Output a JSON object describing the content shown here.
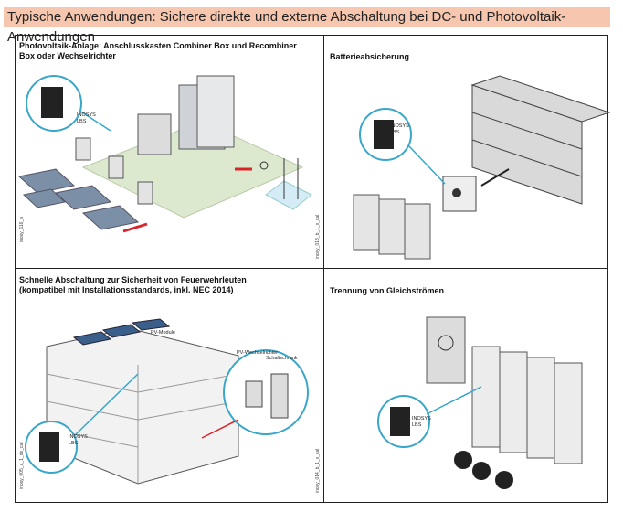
{
  "banner": {
    "title": "Typische Anwendungen: Sichere direkte und externe Abschaltung bei DC- und Photovoltaik-Anwendungen"
  },
  "panels": [
    {
      "title_line1": "Photovoltaik-Anlage: Anschlusskasten Combiner Box und Recombiner",
      "title_line2": "Box oder Wechselrichter",
      "code": "inosy_116_a",
      "labels": [
        "INOSYS",
        "LBS"
      ]
    },
    {
      "title_line1": "Batterieabsicherung",
      "code": "inosy_013_b_1_x_cal",
      "labels": [
        "INOSYS",
        "LBS"
      ]
    },
    {
      "title_line1": "Schnelle Abschaltung zur Sicherheit von Feuerwehrleuten",
      "title_line2": "(kompatibel mit Installationsstandards, inkl. NEC 2014)",
      "code": "inosy_005_a_1_de_cal",
      "labels": [
        "INOSYS",
        "LBS",
        "PV-Module",
        "PV-Wechselrichter",
        "Schaltschrank"
      ]
    },
    {
      "title_line1": "Trennung von Gleichströmen",
      "code": "inosy_014_b_1_x_cal",
      "labels": [
        "INOSYS",
        "LBS"
      ]
    }
  ],
  "colors": {
    "banner_bg": "#f6c7ae",
    "accent_blue": "#3aa6c8",
    "accent_red": "#d9252a",
    "ground_green": "#dde9cf"
  }
}
